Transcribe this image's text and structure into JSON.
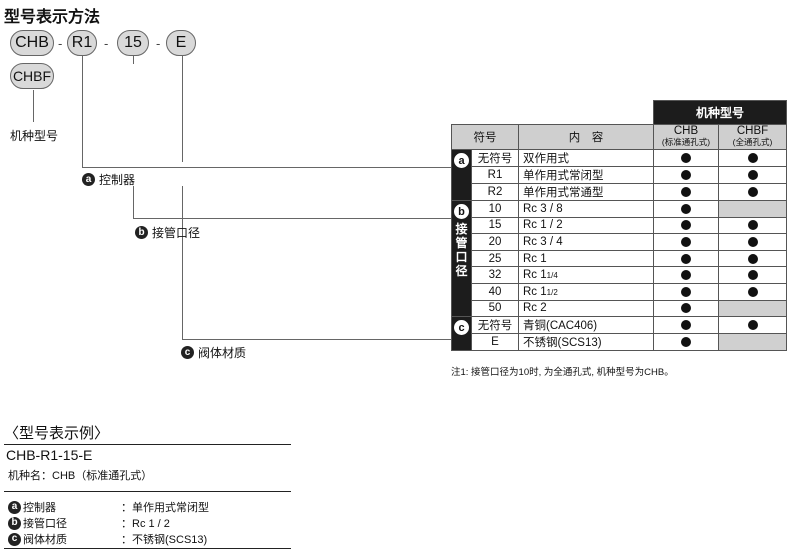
{
  "title": "型号表示方法",
  "code_parts": [
    "CHB",
    "R1",
    "15",
    "E"
  ],
  "code_alt": "CHBF",
  "separator": "-",
  "model_label": "机种型号",
  "labels": {
    "a": "控制器",
    "b": "接管口径",
    "c": "阀体材质"
  },
  "table": {
    "model_header": "机种型号",
    "col_symbol": "符号",
    "col_content": "内　容",
    "col_chb": "CHB",
    "col_chb_sub": "(标准通孔式)",
    "col_chbf": "CHBF",
    "col_chbf_sub": "(全通孔式)",
    "groups": {
      "a": {
        "marker": "a",
        "label": ""
      },
      "b": {
        "marker": "b",
        "label": "接管口径"
      },
      "c": {
        "marker": "c",
        "label": ""
      }
    },
    "rows": [
      {
        "group": "a",
        "symbol": "无符号",
        "content": "双作用式",
        "chb": true,
        "chbf": true
      },
      {
        "group": "a",
        "symbol": "R1",
        "content": "单作用式常闭型",
        "chb": true,
        "chbf": true
      },
      {
        "group": "a",
        "symbol": "R2",
        "content": "单作用式常通型",
        "chb": true,
        "chbf": true
      },
      {
        "group": "b",
        "symbol": "10",
        "content": "Rc 3 / 8",
        "chb": true,
        "chbf": false
      },
      {
        "group": "b",
        "symbol": "15",
        "content": "Rc 1 / 2",
        "chb": true,
        "chbf": true
      },
      {
        "group": "b",
        "symbol": "20",
        "content": "Rc 3 / 4",
        "chb": true,
        "chbf": true
      },
      {
        "group": "b",
        "symbol": "25",
        "content": "Rc 1",
        "chb": true,
        "chbf": true
      },
      {
        "group": "b",
        "symbol": "32",
        "content": "Rc 1",
        "content_sub": "1/4",
        "chb": true,
        "chbf": true
      },
      {
        "group": "b",
        "symbol": "40",
        "content": "Rc 1",
        "content_sub": "1/2",
        "chb": true,
        "chbf": true
      },
      {
        "group": "b",
        "symbol": "50",
        "content": "Rc 2",
        "chb": true,
        "chbf": false
      },
      {
        "group": "c",
        "symbol": "无符号",
        "content": "青铜(CAC406)",
        "chb": true,
        "chbf": true
      },
      {
        "group": "c",
        "symbol": "E",
        "content": "不锈钢(SCS13)",
        "chb": true,
        "chbf": false
      }
    ]
  },
  "note": "注1: 接管口径为10时, 为全通孔式, 机种型号为CHB。",
  "example": {
    "title": "〈型号表示例〉",
    "code": "CHB-R1-15-E",
    "model_line": "机种名：CHB（标准通孔式）",
    "rows": [
      {
        "marker": "a",
        "label": "控制器",
        "value": "：单作用式常闭型"
      },
      {
        "marker": "b",
        "label": "接管口径",
        "value": "：Rc 1 / 2"
      },
      {
        "marker": "c",
        "label": "阀体材质",
        "value": "：不锈钢(SCS13)"
      }
    ]
  }
}
